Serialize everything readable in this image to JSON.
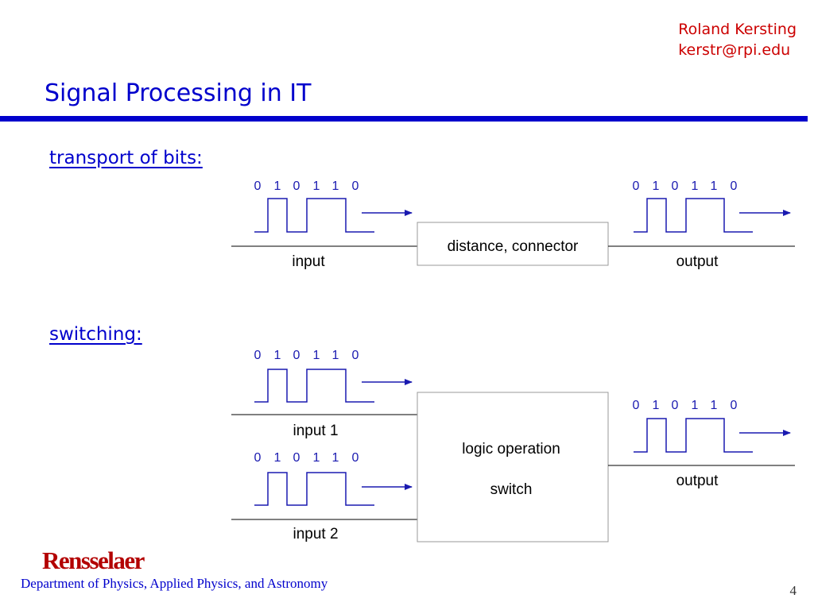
{
  "header": {
    "author": "Roland Kersting",
    "email": "kerstr@rpi.edu",
    "title": "Signal Processing in IT"
  },
  "sections": {
    "transport": "transport of bits:",
    "switching": "switching:"
  },
  "transport": {
    "input_bits": [
      "0",
      "1",
      "0",
      "1",
      "1",
      "0"
    ],
    "output_bits": [
      "0",
      "1",
      "0",
      "1",
      "1",
      "0"
    ],
    "box_label": "distance, connector",
    "input_label": "input",
    "output_label": "output"
  },
  "switching": {
    "input1_bits": [
      "0",
      "1",
      "0",
      "1",
      "1",
      "0"
    ],
    "input2_bits": [
      "0",
      "1",
      "0",
      "1",
      "1",
      "0"
    ],
    "output_bits": [
      "0",
      "1",
      "0",
      "1",
      "1",
      "0"
    ],
    "box_line1": "logic operation",
    "box_line2": "switch",
    "input1_label": "input 1",
    "input2_label": "input 2",
    "output_label": "output"
  },
  "footer": {
    "logo": "Rensselaer",
    "department": "Department of Physics, Applied Physics, and Astronomy",
    "page": "4"
  },
  "colors": {
    "accent": "#cc0000",
    "title_blue": "#0000cc",
    "rule_blue": "#0000cc",
    "signal_blue": "#1a1ab0",
    "logo_red": "#b30000"
  }
}
